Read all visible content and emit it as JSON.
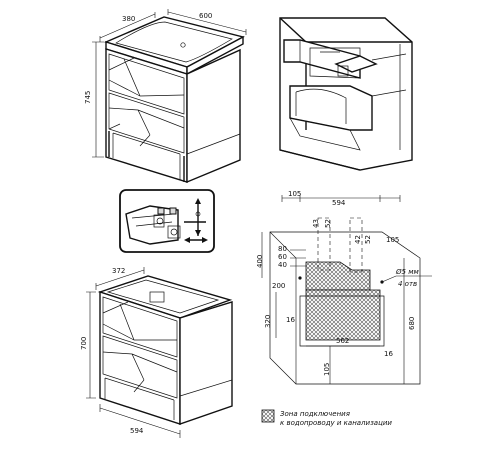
{
  "top_front_view": {
    "width_label": "600",
    "depth_label": "380",
    "height_label": "745"
  },
  "bottom_front_view": {
    "depth_label": "372",
    "height_label": "700",
    "width_label": "594"
  },
  "connection_scheme": {
    "dims": {
      "left_offset": "105",
      "center_width": "594",
      "right_offset": "105",
      "slot_a": "43",
      "slot_b": "52",
      "slot_c": "42",
      "slot_d": "52",
      "h400": "400",
      "h80": "80",
      "h60": "60",
      "h40": "40",
      "h200": "200",
      "h320": "320",
      "h16_left": "16",
      "w562": "562",
      "h16_right": "16",
      "h680": "680",
      "bottom_105": "105"
    },
    "hole_note_1": "Ø5 мм",
    "hole_note_2": "4 отв"
  },
  "legend": {
    "line1": "Зона подключения",
    "line2": "к водопроводу и канализации"
  }
}
